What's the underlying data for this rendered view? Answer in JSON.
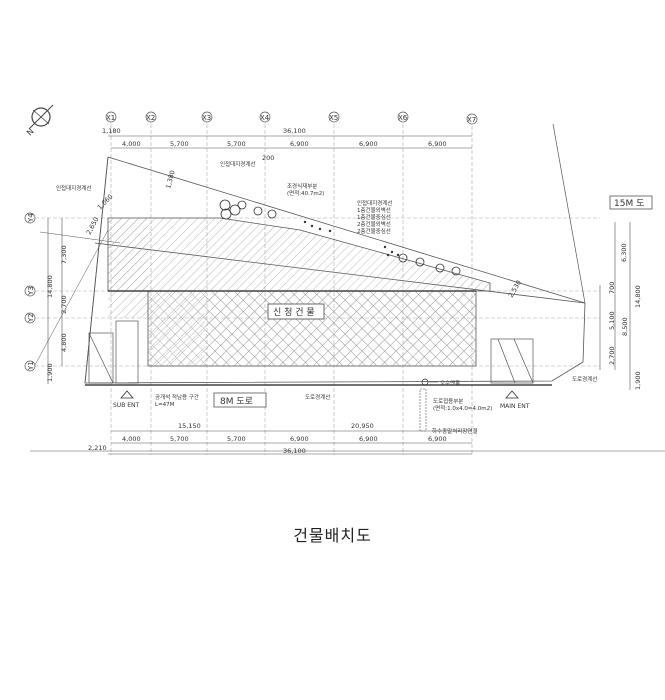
{
  "title": "건물배치도",
  "north_arrow": {
    "label": "N"
  },
  "grid": {
    "x_axes": [
      "X1",
      "X2",
      "X3",
      "X4",
      "X5",
      "X6",
      "X7"
    ],
    "y_axes": [
      "Y1",
      "Y2",
      "Y3",
      "Y4"
    ]
  },
  "dimensions": {
    "top_total": "36,100",
    "top_offset": "1,180",
    "top_spans": [
      "4,000",
      "5,700",
      "5,700",
      "6,900",
      "6,900",
      "6,900"
    ],
    "bottom_total": "36,100",
    "bottom_offset": "2,210",
    "bottom_spans": [
      "4,000",
      "5,700",
      "5,700",
      "6,900",
      "6,900",
      "6,900"
    ],
    "bottom_sub_left": "15,150",
    "bottom_sub_right": "20,950",
    "left_total": "14,800",
    "left_spans": [
      "7,300",
      "2,700",
      "4,800"
    ],
    "left_bottom": "1,900",
    "right_total": "14,800",
    "right_upper": "6,300",
    "right_spans": [
      "700",
      "5,100",
      "2,700"
    ],
    "right_sub": "8,500",
    "right_bottom": "1,900",
    "setback_a": "1,380",
    "setback_b": "1,060",
    "setback_c": "2,650",
    "setback_d": "2,530",
    "small_200": "200"
  },
  "labels": {
    "adjacent_boundary_left": "인접대지경계선",
    "adjacent_boundary_top": "인접대지경계선",
    "landscape_area": "조경식재부분",
    "landscape_area_size": "(면적:40.7m2)",
    "legend_1": "인접대지경계선",
    "legend_2": "1층건물외벽선",
    "legend_3": "1층건물중심선",
    "legend_4": "2층건물외벽선",
    "legend_5": "2층건물중심선",
    "new_building": "신 청 건 물",
    "road_8m": "8M 도로",
    "road_15m": "15M 도",
    "sub_ent": "SUB ENT",
    "main_ent": "MAIN ENT",
    "road_boundary_1": "도로경계선",
    "road_boundary_2": "도로경계선",
    "obstacle_note_1": "공개석 적남용 구간",
    "obstacle_note_2": "L=47M",
    "sewer_manhole": "오수맨홀",
    "road_frontage": "도로접용부분",
    "road_frontage_size": "(면적:1.0x4.0=4.0m2)",
    "stormwater": "하수종말처리장연결"
  }
}
